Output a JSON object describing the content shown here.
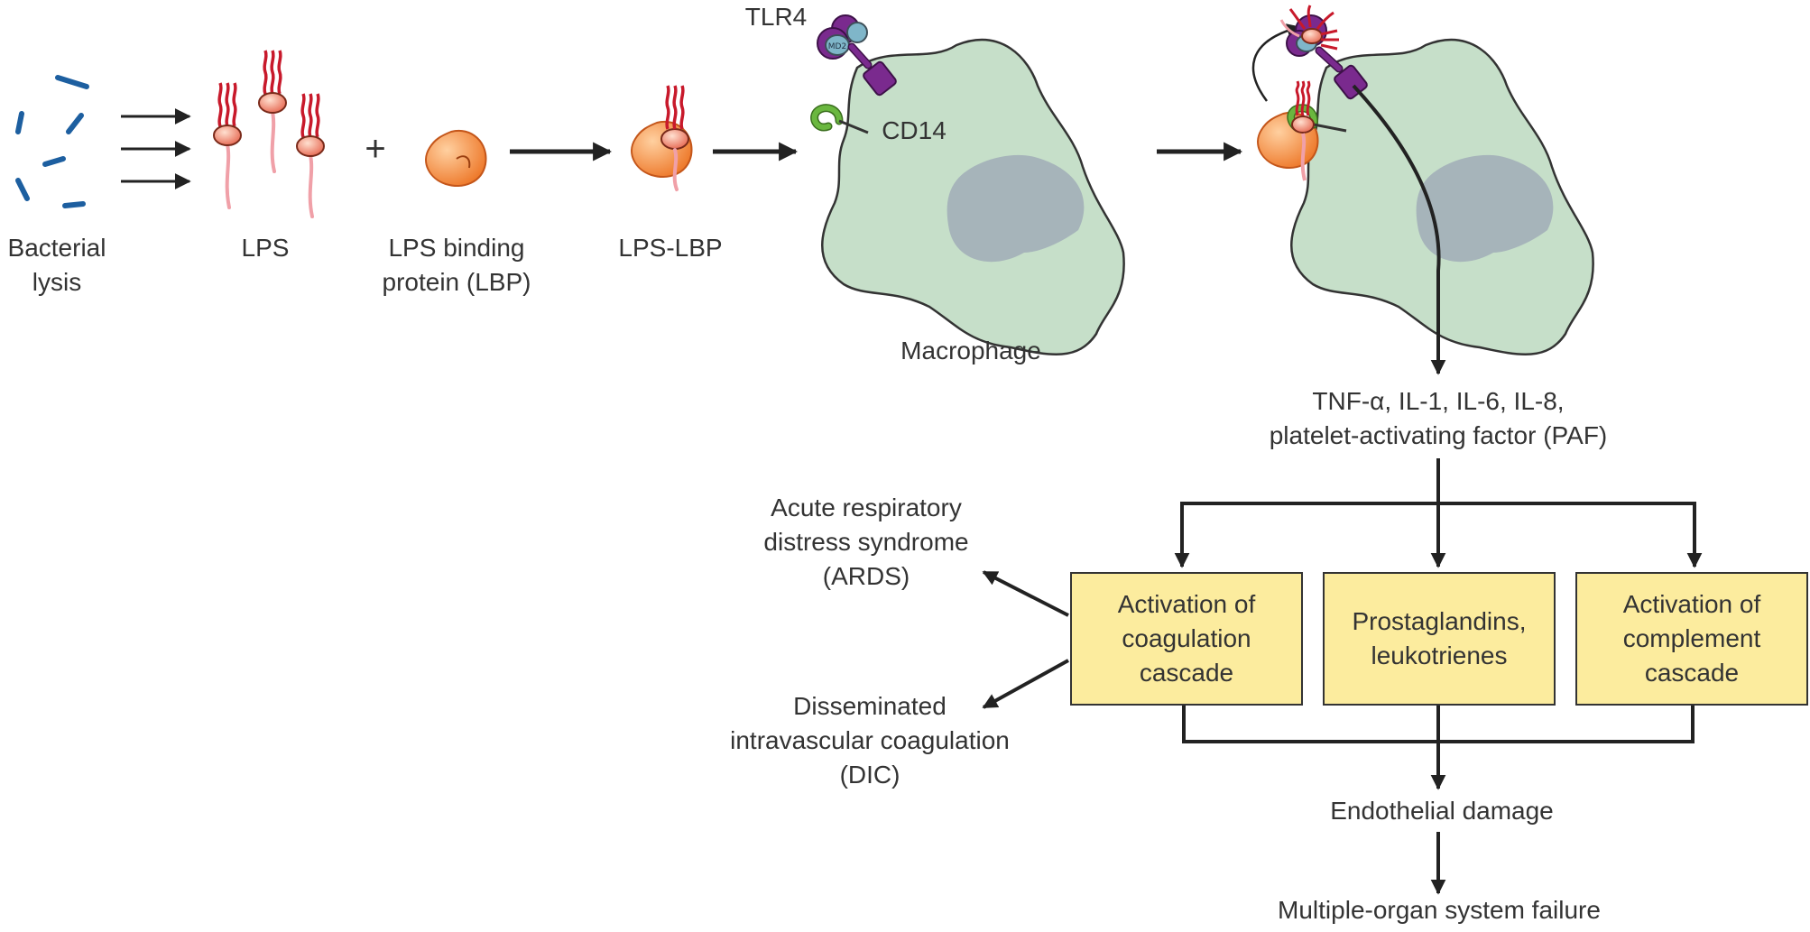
{
  "colors": {
    "bacteria": "#1d5fa0",
    "lps_tail": "#c8192b",
    "lps_head": "#f08a6e",
    "lbp": "#f08a3e",
    "cd14": "#6ab73f",
    "tlr4": "#7a2a8e",
    "md2": "#7fb6c9",
    "macrophage": "#c6dfc9",
    "nucleus": "#a6b4ba",
    "box_fill": "#fcec9e",
    "arrow": "#222222"
  },
  "labels": {
    "bacterial_lysis": [
      "Bacterial",
      "lysis"
    ],
    "lps": "LPS",
    "plus": "+",
    "lbp": [
      "LPS binding",
      "protein (LBP)"
    ],
    "lps_lbp": "LPS-LBP",
    "tlr4": "TLR4",
    "md2": "MD2",
    "cd14": "CD14",
    "macrophage": "Macrophage",
    "mediators": [
      "TNF-α, IL-1, IL-6, IL-8,",
      "platelet-activating factor (PAF)"
    ],
    "ards": [
      "Acute respiratory",
      "distress syndrome",
      "(ARDS)"
    ],
    "dic": [
      "Disseminated",
      "intravascular coagulation",
      "(DIC)"
    ],
    "endothelial": "Endothelial damage",
    "failure": "Multiple-organ system failure"
  },
  "boxes": {
    "coagulation": [
      "Activation of",
      "coagulation",
      "cascade"
    ],
    "prostaglandins": [
      "Prostaglandins,",
      "leukotrienes"
    ],
    "complement": [
      "Activation of",
      "complement",
      "cascade"
    ]
  }
}
